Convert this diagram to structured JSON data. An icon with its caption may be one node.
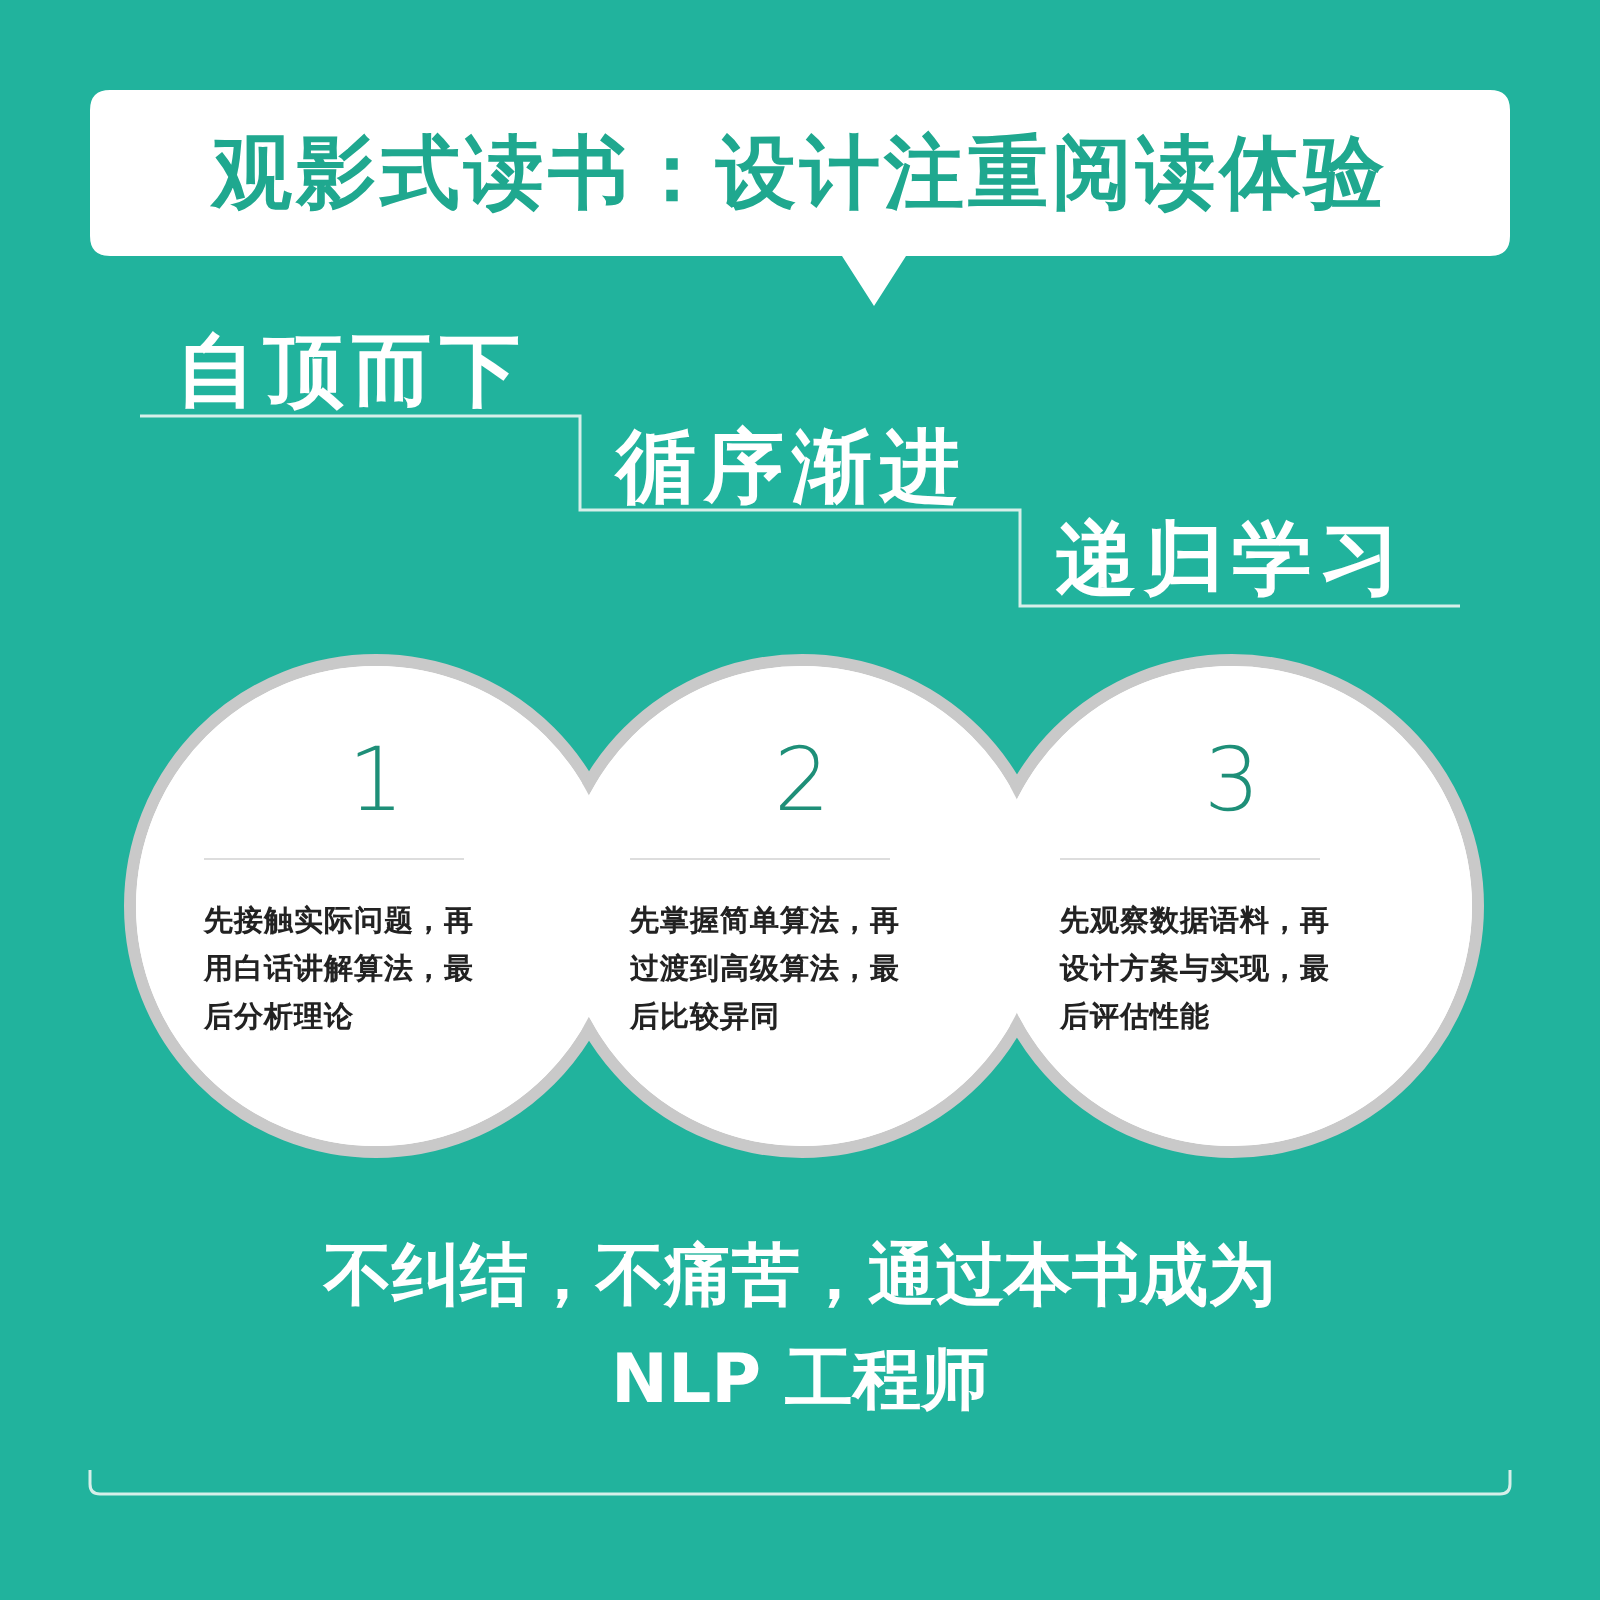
{
  "diagram": {
    "nodes": [
      {
        "text": [
          "观影式读书：设计注重阅读体验"
        ]
      },
      {
        "text": [
          "1",
          "先接触实际问题，再用白话讲解算法，最后分析理论"
        ]
      },
      {
        "text": [
          "2",
          "先掌握简单算法，再过渡到高级算法，最后比较异同"
        ]
      },
      {
        "text": [
          "3",
          "先观察数据语料，再设计方案与实现，最后评估性能"
        ]
      }
    ],
    "edges": [],
    "labels": [
      "自顶而下",
      "循序渐进",
      "递归学习",
      "不纠结，不痛苦，通过本书成为 NLP 工程师"
    ]
  }
}
